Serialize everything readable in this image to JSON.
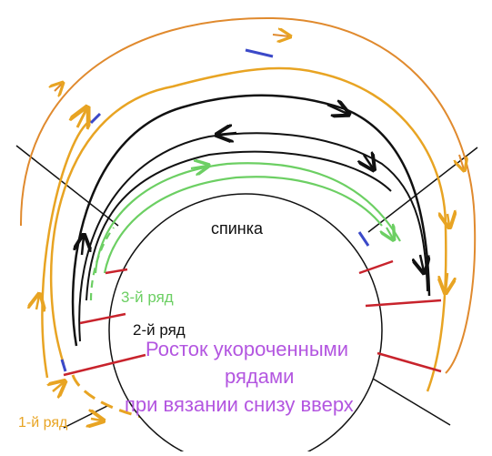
{
  "labels": {
    "back": "спинка",
    "row3": "3-й ряд",
    "row2": "2-й ряд",
    "row1": "1-й ряд",
    "title_line1": "Росток укороченными",
    "title_line2": "рядами",
    "title_line3": "при вязании снизу вверх"
  },
  "colors": {
    "row1_arcs": "#e8a423",
    "outer_arc": "#e08a2e",
    "row2_arcs": "#111111",
    "row3_arcs": "#6ccf63",
    "marks": "#c8232c",
    "title_text": "#b356e0",
    "blue_tips": "#3b49c8"
  }
}
